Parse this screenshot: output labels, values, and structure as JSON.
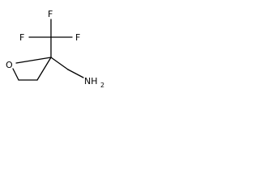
{
  "molecule": {
    "atoms": {
      "f_top": "F",
      "f_left": "F",
      "f_right": "F",
      "oxygen": "O",
      "amine_main": "NH",
      "amine_sub": "2"
    }
  }
}
